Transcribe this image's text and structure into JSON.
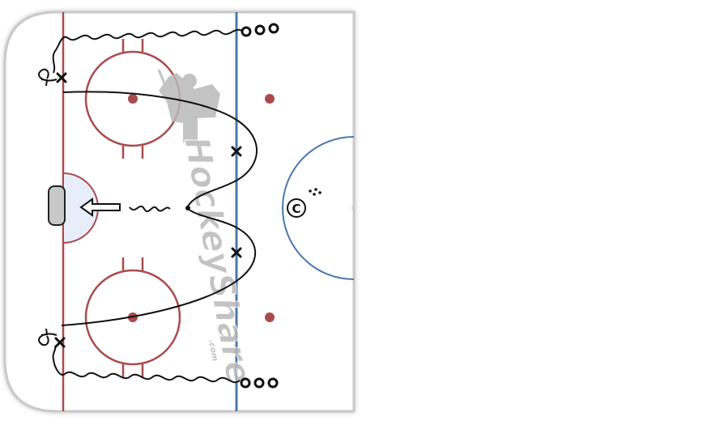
{
  "watermark": {
    "brand_text": "HockeyShare",
    "domain_text": ".com"
  },
  "coach": {
    "symbol": "C"
  },
  "colors": {
    "background": "#ffffff",
    "ice": "#ffffff",
    "boards": "#c9c9c9",
    "red_line": "#a94b4e",
    "blue_line": "#4a78ad",
    "crease_fill": "#e7eefa",
    "net": "#c8c8c8",
    "drill_ink": "#111111",
    "watermark": "#b9b9b9"
  },
  "players": {
    "x_marker_icon": "x-mark-icon",
    "puck_stack_icon": "puck-stack-icon",
    "skating_path_icon": "wavy-skate-path-icon",
    "shot_arrow_icon": "hollow-shot-arrow-icon"
  }
}
